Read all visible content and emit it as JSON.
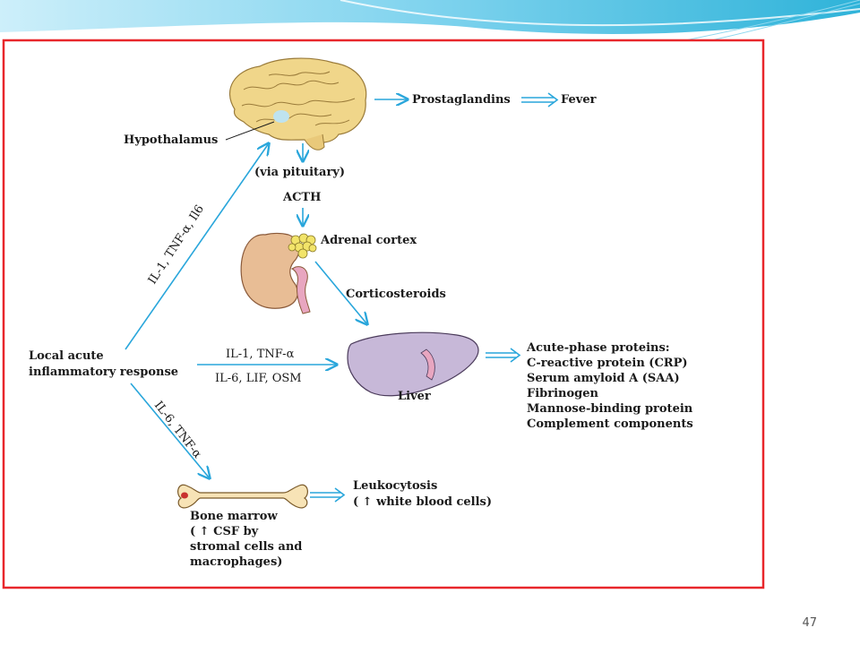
{
  "slide": {
    "page_number": "47"
  },
  "diagram": {
    "hypothalamus": "Hypothalamus",
    "prostaglandins": "Prostaglandins",
    "fever": "Fever",
    "via_pituitary": "(via pituitary)",
    "acth": "ACTH",
    "adrenal_cortex": "Adrenal cortex",
    "corticosteroids": "Corticosteroids",
    "local_response": [
      "Local acute",
      "inflammatory response"
    ],
    "path_brain": "IL-1, TNF-α, Il6",
    "path_liver_top": "IL-1, TNF-α",
    "path_liver_bottom": "IL-6, LIF, OSM",
    "path_marrow": "IL-6, TNF-α",
    "liver": "Liver",
    "acute_phase": [
      "Acute-phase proteins:",
      "C-reactive protein (CRP)",
      "Serum amyloid A (SAA)",
      "Fibrinogen",
      "Mannose-binding protein",
      "Complement components"
    ],
    "leukocytosis": [
      "Leukocytosis",
      "( ↑  white blood cells)"
    ],
    "bone_marrow": [
      "Bone marrow",
      "( ↑  CSF by",
      "stromal cells and",
      "macrophages)"
    ]
  },
  "colors": {
    "frame": "#e8272b",
    "arrow": "#29a6db",
    "brain": "#f0d68a",
    "kidney": "#e8bd95",
    "liver": "#c7b8d8",
    "bone": "#f7e3b6",
    "header_wave": "#2fb3d9"
  }
}
